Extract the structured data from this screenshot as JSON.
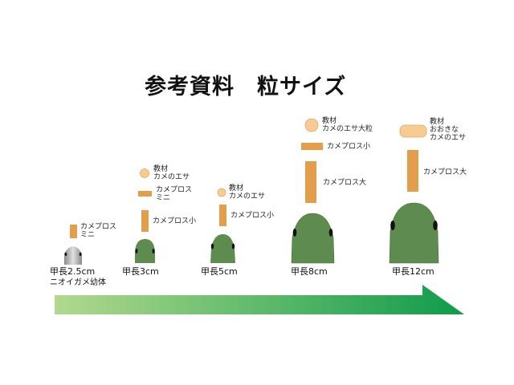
{
  "title": "参考資料　粒サイズ",
  "colors": {
    "pellet": "#E39E4C",
    "food": "#F8CB92",
    "turtle": "#5E8C4E",
    "juvenile": "#A9A9A9",
    "arrow_start": "#B2D98E",
    "arrow_end": "#0E9B4A"
  },
  "groups": [
    {
      "length": "甲長2.5cm",
      "species": "ニオイガメ幼体",
      "foods": [
        "カメプロス\nミニ"
      ]
    },
    {
      "length": "甲長3cm",
      "foods": [
        "教材\nカメのエサ",
        "カメプロス\nミニ",
        "カメプロス小"
      ]
    },
    {
      "length": "甲長5cm",
      "foods": [
        "教材\nカメのエサ",
        "カメプロス小"
      ]
    },
    {
      "length": "甲長8cm",
      "foods": [
        "教材\nカメのエサ大粒",
        "カメプロス小",
        "カメプロス大"
      ]
    },
    {
      "length": "甲長12cm",
      "foods": [
        "教材\nおおきな\nカメのエサ",
        "カメプロス大"
      ]
    }
  ]
}
